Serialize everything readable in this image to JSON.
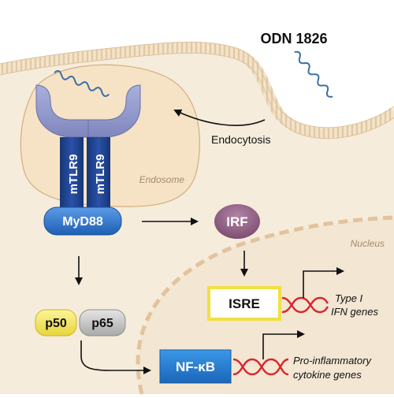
{
  "labels": {
    "ligand": "ODN 1826",
    "uptake": "Endocytosis",
    "compartment": "Endosome",
    "nucleus": "Nucleus",
    "receptor_left": "mTLR9",
    "receptor_right": "mTLR9",
    "adaptor": "MyD88",
    "irf": "IRF",
    "isre": "ISRE",
    "p50": "p50",
    "p65": "p65",
    "nfkb": "NF-κB",
    "gene1_line1": "Type I",
    "gene1_line2": "IFN genes",
    "gene2_line1": "Pro-inflammatory",
    "gene2_line2": "cytokine genes"
  },
  "colors": {
    "cytoplasm": "#f6ecdc",
    "membrane": "#e8d3b4",
    "endosome_fill": "#f6e3c6",
    "endosome_stroke": "#cfae7e",
    "receptor_top": "#8f96c9",
    "receptor_stem": "#1e3f8f",
    "myd88": "#2a6fc9",
    "irf": "#8d5a80",
    "isre_border": "#f0e040",
    "p50": "#f4ea5a",
    "p65": "#bdbdbd",
    "nfkb": "#1f7dd4",
    "dna": "#d9262b",
    "ligand_wave": "#3b6ea5"
  }
}
